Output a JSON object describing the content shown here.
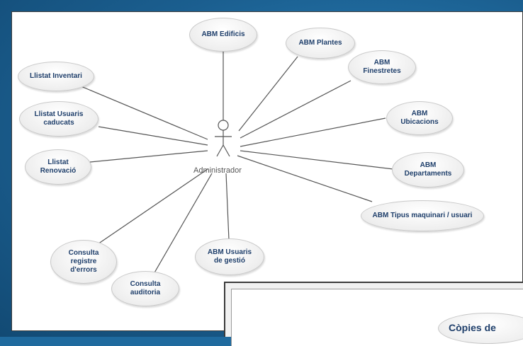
{
  "diagram": {
    "actor": "Administrador",
    "use_cases": [
      {
        "lines": [
          "ABM Edificis"
        ]
      },
      {
        "lines": [
          "ABM Plantes"
        ]
      },
      {
        "lines": [
          "ABM",
          "Finestretes"
        ]
      },
      {
        "lines": [
          "ABM",
          "Ubicacions"
        ]
      },
      {
        "lines": [
          "ABM",
          "Departaments"
        ]
      },
      {
        "lines": [
          "ABM Tipus maquinari / usuari"
        ]
      },
      {
        "lines": [
          "ABM Usuaris",
          "de gestió"
        ]
      },
      {
        "lines": [
          "Consulta",
          "auditoria"
        ]
      },
      {
        "lines": [
          "Consulta",
          "registre",
          "d'errors"
        ]
      },
      {
        "lines": [
          "Llistat",
          "Renovació"
        ]
      },
      {
        "lines": [
          "Llistat Usuaris",
          "caducats"
        ]
      },
      {
        "lines": [
          "Llistat Inventari"
        ]
      }
    ]
  },
  "second_diagram": {
    "partial_use_case": "Còpies de"
  },
  "colors": {
    "background": "#1f6a9e",
    "use_case_text": "#1f3f6b",
    "line": "#555555"
  }
}
